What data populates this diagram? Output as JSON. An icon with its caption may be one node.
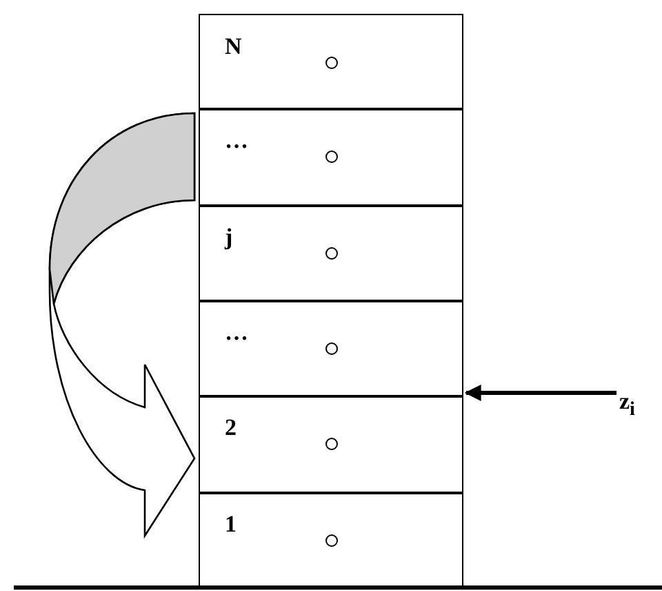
{
  "diagram": {
    "nodes": [
      {
        "text": [
          "N"
        ]
      },
      {
        "text": [
          "…"
        ]
      },
      {
        "text": [
          "j"
        ]
      },
      {
        "text": [
          "…"
        ]
      },
      {
        "text": [
          "2"
        ]
      },
      {
        "text": [
          "1"
        ]
      },
      {
        "text": [
          "z$_{i}$"
        ]
      }
    ],
    "edges": [
      {
        "from": 1,
        "to": 4,
        "arrow": "to"
      },
      {
        "from": 6,
        "to": 3,
        "arrow": "to"
      }
    ]
  }
}
